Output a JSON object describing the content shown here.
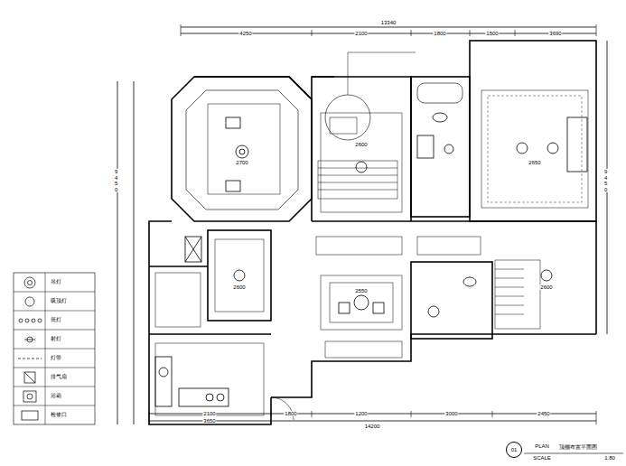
{
  "diagram": {
    "caption": "顶棚布置平面图",
    "nodes": [
      {
        "text": [
          "01"
        ]
      }
    ],
    "labels": [
      "13340",
      "4250",
      "2100",
      "1800",
      "1500",
      "3690",
      "14200",
      "2100",
      "1800",
      "1200",
      "3000",
      "2450",
      "3650",
      "9450",
      "9450",
      "PLAN",
      "SCALE",
      "1:80",
      "2700",
      "2600",
      "2650",
      "2600",
      "2550",
      "2600"
    ],
    "legend": [
      {
        "text": "吊灯"
      },
      {
        "text": "吸顶灯"
      },
      {
        "text": "筒灯"
      },
      {
        "text": "射灯"
      },
      {
        "text": "灯带"
      },
      {
        "text": "排气扇"
      },
      {
        "text": "浴霸"
      },
      {
        "text": "检修口"
      }
    ]
  }
}
